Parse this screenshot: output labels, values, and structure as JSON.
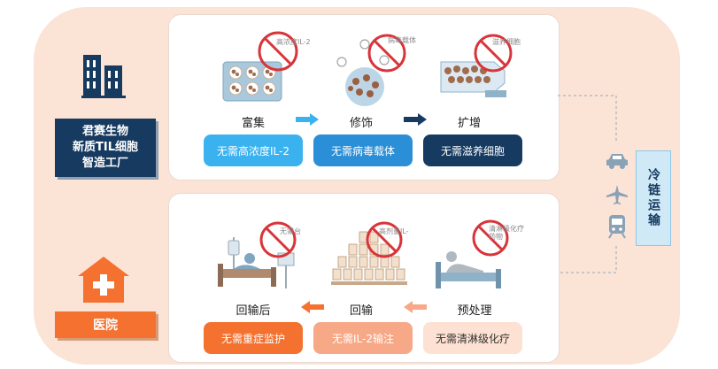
{
  "colors": {
    "navy": "#163a60",
    "blue": "#2a8fd6",
    "light_blue": "#3bb2f0",
    "orange": "#f4712f",
    "peach": "#f7a887",
    "pale_peach": "#fde1d2",
    "background": "#fbe3d6",
    "prohibit_red": "#d8343a"
  },
  "factory": {
    "icon": "building-icon",
    "label_lines": [
      "君赛生物",
      "新质TIL细胞",
      "智造工厂"
    ]
  },
  "hospital": {
    "icon": "hospital-cross-icon",
    "label": "医院"
  },
  "logistics": {
    "label": "冷链运输",
    "icons": [
      "car-icon",
      "airplane-icon",
      "train-icon"
    ]
  },
  "factory_steps": [
    {
      "step": "富集",
      "pill": "无需高浓度IL-2",
      "prohibited_tag": "高浓度IL-2",
      "icon": "cell-plate-icon",
      "color": "#3bb2f0"
    },
    {
      "step": "修饰",
      "pill": "无需病毒载体",
      "prohibited_tag": "病毒载体",
      "icon": "virus-vector-icon",
      "color": "#2a8fd6"
    },
    {
      "step": "扩增",
      "pill": "无需滋养细胞",
      "prohibited_tag": "滋养细胞",
      "icon": "feeder-cell-flask-icon",
      "color": "#163a60"
    }
  ],
  "hospital_steps": [
    {
      "step": "回输后",
      "pill": "无需重症监护",
      "prohibited_tag": "无需台",
      "icon": "icu-bed-icon",
      "color": "#f4712f"
    },
    {
      "step": "回输",
      "pill": "无需IL-2输注",
      "prohibited_tag": "高剂量IL-",
      "icon": "infusion-vials-icon",
      "color": "#f7a887"
    },
    {
      "step": "预处理",
      "pill": "无需清淋级化疗",
      "prohibited_tag": "清淋级化疗药物",
      "icon": "patient-bed-icon",
      "color": "#fde1d2"
    }
  ]
}
